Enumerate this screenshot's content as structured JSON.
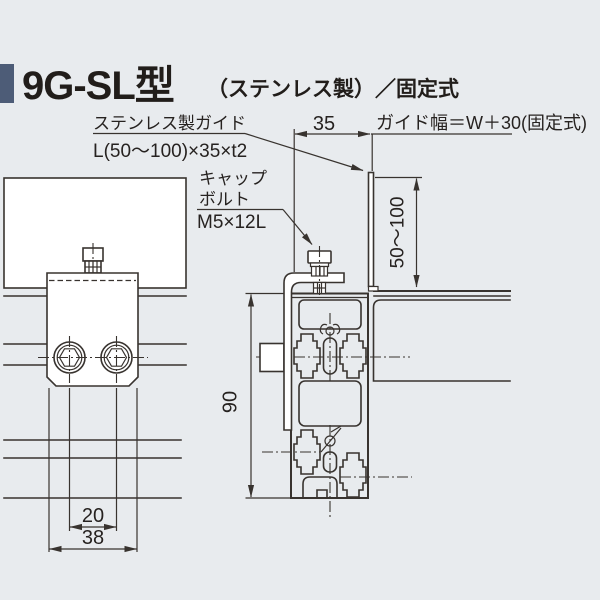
{
  "header": {
    "model": "9G-SL型",
    "variant": "（ステンレス製）／固定式"
  },
  "annotations": {
    "stainless_guide": {
      "line1": "ステンレス製ガイド",
      "line2": "L(50～100)×35×t2"
    },
    "cap_bolt": {
      "line1": "キャップ",
      "line2": "ボルト",
      "line3": "M5×12L"
    },
    "guide_width": "ガイド幅＝W＋30(固定式)"
  },
  "dimensions": {
    "guide_offset": "35",
    "guide_height": "50～100",
    "frame_height": "90",
    "hole_pitch": "20",
    "bracket_width": "38"
  },
  "colors": {
    "accent_bar": "#4d5c77",
    "line": "#38332f",
    "background": "#e8ebee",
    "shape_fill": "#ffffff"
  }
}
